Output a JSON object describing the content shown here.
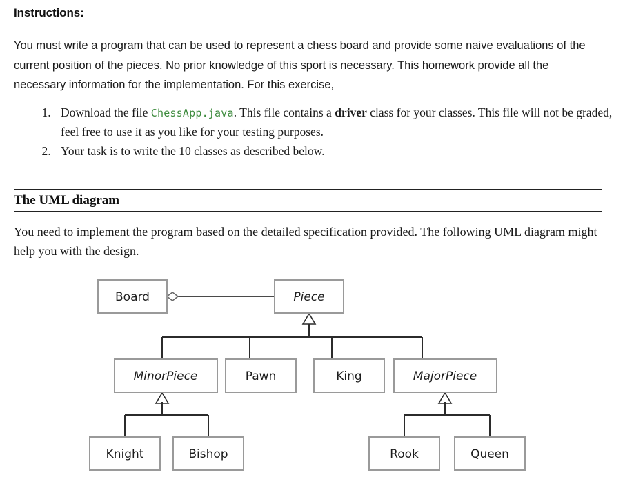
{
  "document": {
    "instructions_heading": "Instructions:",
    "intro_paragraph": "You must write a program that can be used to represent a chess board and provide some naive evaluations of the current position of the pieces. No prior knowledge of this sport is necessary. This homework provide all the necessary information for the implementation. For this exercise,",
    "task_list": [
      {
        "number": "1.",
        "before_code": "Download the file ",
        "code": "ChessApp.java",
        "after_code": ". This file contains a ",
        "bold": "driver",
        "tail": " class for your classes. This file will not be graded, feel free to use it as you like for your testing purposes."
      },
      {
        "number": "2.",
        "before_code": "Your task is to write the 10 classes as described below.",
        "code": "",
        "after_code": "",
        "bold": "",
        "tail": ""
      }
    ],
    "section_heading": {
      "prefix": "The ",
      "accent": "UML",
      "suffix": " diagram",
      "accent_color": "#4f7d3a"
    },
    "uml_paragraph": "You need to implement the program based on the detailed specification provided. The following UML diagram might help you with the design.",
    "code_color": "#3c8a3c"
  },
  "uml": {
    "classes": {
      "board": {
        "label": "Board",
        "abstract": false
      },
      "piece": {
        "label": "Piece",
        "abstract": true
      },
      "minor_piece": {
        "label": "MinorPiece",
        "abstract": true
      },
      "pawn": {
        "label": "Pawn",
        "abstract": false
      },
      "king": {
        "label": "King",
        "abstract": false
      },
      "major_piece": {
        "label": "MajorPiece",
        "abstract": true
      },
      "knight": {
        "label": "Knight",
        "abstract": false
      },
      "bishop": {
        "label": "Bishop",
        "abstract": false
      },
      "rook": {
        "label": "Rook",
        "abstract": false
      },
      "queen": {
        "label": "Queen",
        "abstract": false
      }
    },
    "relationships": [
      {
        "name": "board-aggregates-piece",
        "type": "aggregation",
        "from": "Board",
        "to": "Piece"
      },
      {
        "name": "minorpiece-extends-piece",
        "type": "generalization",
        "from": "MinorPiece",
        "to": "Piece"
      },
      {
        "name": "pawn-extends-piece",
        "type": "generalization",
        "from": "Pawn",
        "to": "Piece"
      },
      {
        "name": "king-extends-piece",
        "type": "generalization",
        "from": "King",
        "to": "Piece"
      },
      {
        "name": "majorpiece-extends-piece",
        "type": "generalization",
        "from": "MajorPiece",
        "to": "Piece"
      },
      {
        "name": "knight-extends-minorpiece",
        "type": "generalization",
        "from": "Knight",
        "to": "MinorPiece"
      },
      {
        "name": "bishop-extends-minorpiece",
        "type": "generalization",
        "from": "Bishop",
        "to": "MinorPiece"
      },
      {
        "name": "rook-extends-majorpiece",
        "type": "generalization",
        "from": "Rook",
        "to": "MajorPiece"
      },
      {
        "name": "queen-extends-majorpiece",
        "type": "generalization",
        "from": "Queen",
        "to": "MajorPiece"
      }
    ],
    "box_stroke": "#9a9a9a",
    "line_stroke": "#2b2b2b"
  }
}
